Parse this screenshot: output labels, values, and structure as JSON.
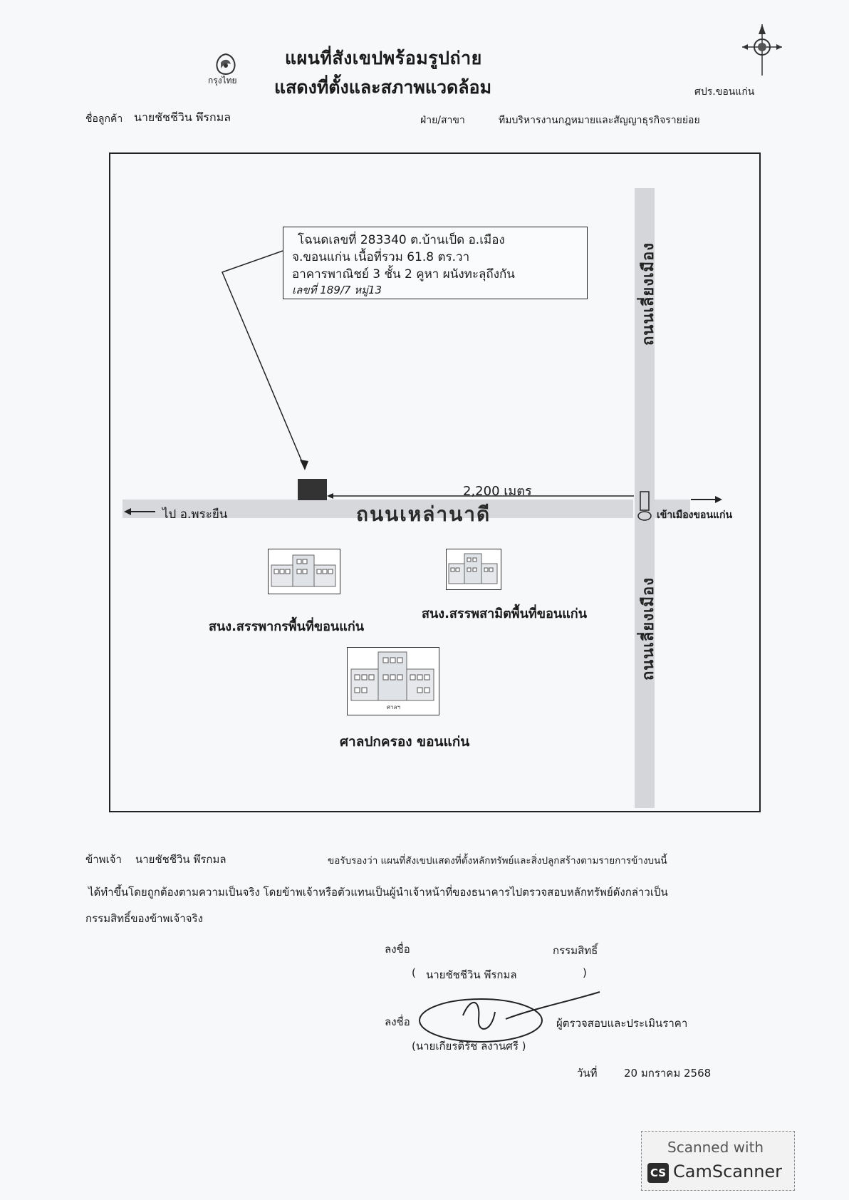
{
  "header": {
    "title_line1": "แผนที่สังเขปพร้อมรูปถ่าย",
    "title_line2": "แสดงที่ตั้งและสภาพแวดล้อม",
    "bank_logo_text": "กรุงไทย",
    "office": "ศปร.ขอนแก่น",
    "customer_label": "ชื่อลูกค้า",
    "customer_name": "นายชัชชีวิน พึรกมล",
    "dept_label": "ฝ่าย/สาขา",
    "dept_name": "ทีมบริหารงานกฎหมายและสัญญาธุรกิจรายย่อย"
  },
  "map": {
    "callout": {
      "line1": "โฉนดเลขที่ 283340 ต.บ้านเป็ด  อ.เมือง",
      "line2": "จ.ขอนแก่น เนื้อที่รวม 61.8 ตร.วา",
      "line3": "อาคารพาณิชย์ 3 ชั้น  2 คูหา ผนังทะลุถึงกัน",
      "line4_handwritten": "เลขที่ 189/7 หมู่13"
    },
    "distance": "2,200  เมตร",
    "direction_left": "ไป อ.พระยืน",
    "direction_right": "เข้าเมืองขอนแก่น",
    "road_main": "ถนนเหล่านาดี",
    "road_vertical_top": "ถนนเลี่ยงเมือง",
    "road_vertical_bottom": "ถนนเลี่ยงเมือง",
    "landmark1": "สนง.สรรพากรพื้นที่ขอนแก่น",
    "landmark2": "สนง.สรรพสามิตพื้นที่ขอนแก่น",
    "landmark3": "ศาลปกครอง ขอนแก่น",
    "landmark3_sign": "ศาลฯ"
  },
  "declaration": {
    "me_label": "ข้าพเจ้า",
    "me_name": "นายชัชชีวิน  พึรกมล",
    "line1": "ขอรับรองว่า แผนที่สังเขปแสดงที่ตั้งหลักทรัพย์และสิ่งปลูกสร้างตามรายการข้างบนนี้",
    "line2": "ได้ทำขึ้นโดยถูกต้องตามความเป็นจริง โดยข้าพเจ้าหรือตัวแทนเป็นผู้นำเจ้าหน้าที่ของธนาคารไปตรวจสอบหลักทรัพย์ดังกล่าวเป็น",
    "line3": "กรรมสิทธิ์ของข้าพเจ้าจริง"
  },
  "signatures": {
    "sign_label": "ลงชื่อ",
    "owner_role": "กรรมสิทธิ์",
    "owner_open": "(",
    "owner_name": "นายชัชชีวิน  พึรกมล",
    "owner_close": ")",
    "sign_label2": "ลงชื่อ",
    "inspector_role": "ผู้ตรวจสอบและประเมินราคา",
    "inspector_name": "(นายเกียรติรัช  ลงานศรี )",
    "date_label": "วันที่",
    "date_value": "20 มกราคม 2568"
  },
  "watermark": {
    "line1": "Scanned with",
    "brand": "CamScanner",
    "badge": "CS"
  }
}
